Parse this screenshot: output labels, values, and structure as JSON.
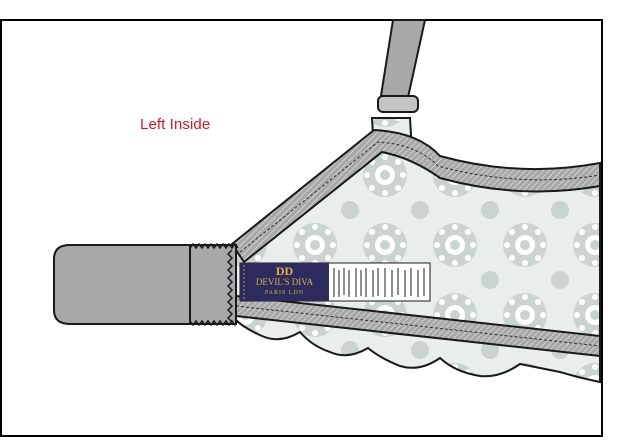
{
  "view_label": "Left Inside",
  "label_color": "#e0141b",
  "care_label": {
    "monogram": "DD",
    "brand": "DEVIL'S DIVA",
    "sub": "PARIS LDN",
    "panel_color": "#2d2a5e",
    "gold": "#d9b24a"
  },
  "colors": {
    "lace": "#c9d3d0",
    "strap": "#a8a8a8",
    "outline": "#1a1a1a"
  }
}
